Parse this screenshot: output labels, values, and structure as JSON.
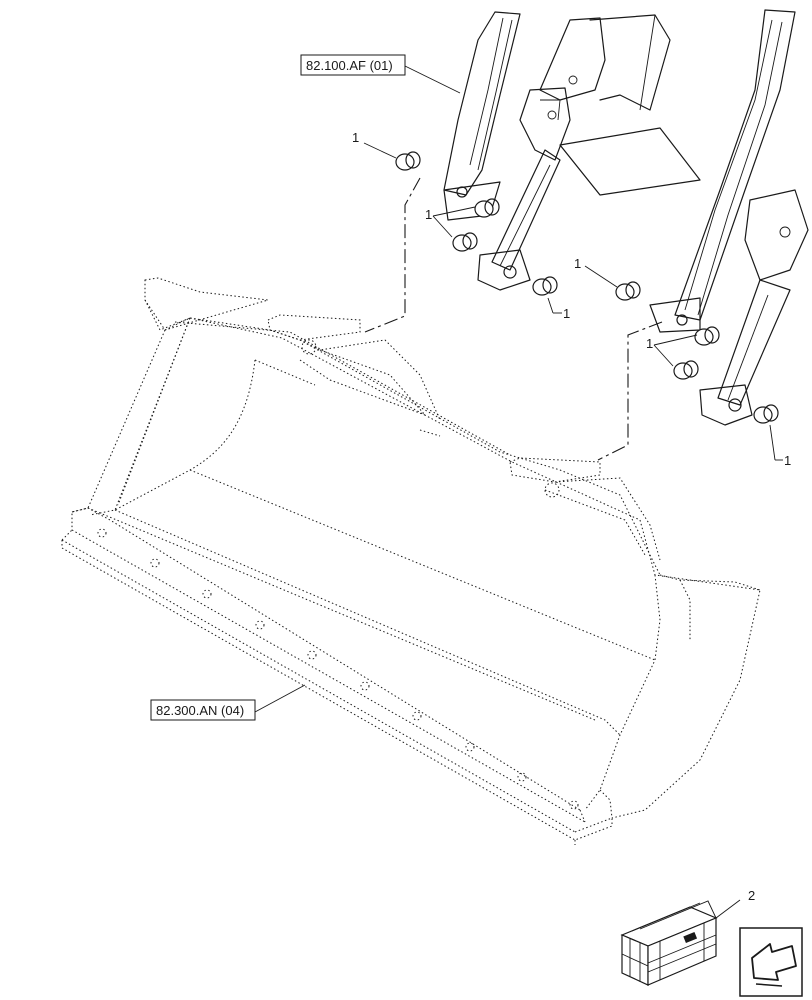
{
  "references": {
    "loader_arm": "82.100.AF (01)",
    "bucket": "82.300.AN (04)"
  },
  "callouts": {
    "bushing": "1",
    "kit": "2"
  }
}
